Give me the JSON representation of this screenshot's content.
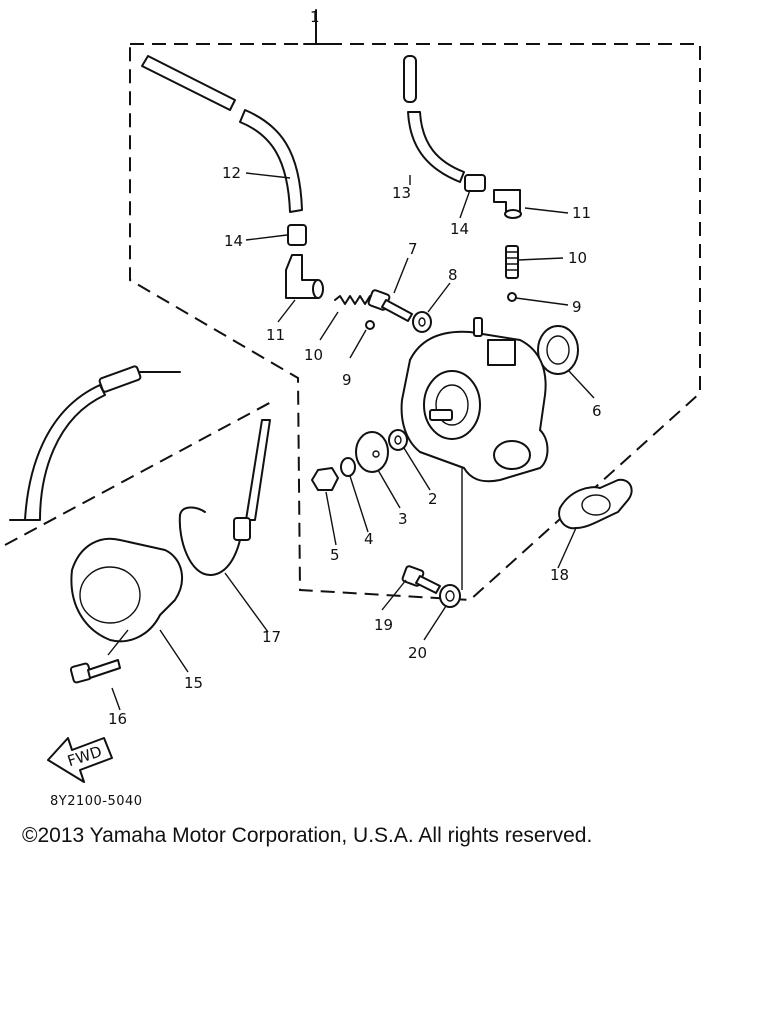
{
  "diagram": {
    "callouts": [
      "1",
      "12",
      "14",
      "11",
      "7",
      "8",
      "10",
      "9",
      "13",
      "14",
      "11",
      "10",
      "9",
      "6",
      "2",
      "3",
      "4",
      "5",
      "18",
      "19",
      "20",
      "17",
      "15",
      "16"
    ],
    "fwd_label": "FWD",
    "drawing_code": "8Y2100-5040"
  },
  "footer": {
    "copyright": "©2013 Yamaha Motor Corporation, U.S.A. All rights reserved."
  }
}
